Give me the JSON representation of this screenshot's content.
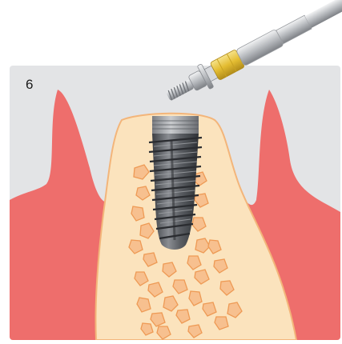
{
  "step_number": "6",
  "colors": {
    "panel_background": "#e3e4e6",
    "gum": "#ee6e6c",
    "bone": "#fbe3bd",
    "bone_outline": "#f3b57a",
    "cancellous_bone": "#f7c08f",
    "implant": "#5a5d62",
    "insertion_tool_collar": "#e8c43a"
  },
  "elements": [
    "insertion-tool",
    "cover-screw",
    "dental-implant",
    "alveolar-bone",
    "gingiva"
  ]
}
